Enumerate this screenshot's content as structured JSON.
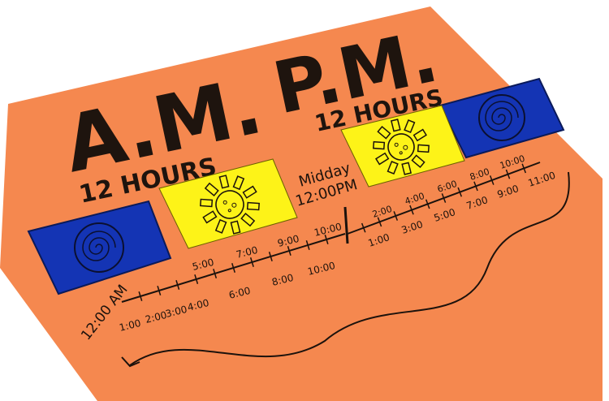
{
  "poster": {
    "am_title": "A.M.",
    "pm_title": "P.M.",
    "am_hours": "12 HOURS",
    "pm_hours": "12 HOURS",
    "midday_label": "Midday",
    "midday_time": "12:00PM",
    "start_label": "12:00 AM",
    "am_upper_ticks": [
      "5:00",
      "7:00",
      "9:00",
      "10:00"
    ],
    "am_lower_ticks": [
      "1:00",
      "2:00",
      "3:00",
      "4:00",
      "6:00",
      "8:00",
      "10:00"
    ],
    "pm_upper_ticks": [
      "2:00",
      "4:00",
      "6:00",
      "8:00",
      "10:00"
    ],
    "pm_lower_ticks": [
      "1:00",
      "3:00",
      "5:00",
      "7:00",
      "9:00",
      "11:00"
    ],
    "colors": {
      "paper": "#f5884f",
      "sun_card": "#fdf318",
      "moon_card": "#1434b4",
      "ink": "#1c120c"
    },
    "icons": [
      "moon-spiral-icon",
      "sun-icon"
    ]
  }
}
